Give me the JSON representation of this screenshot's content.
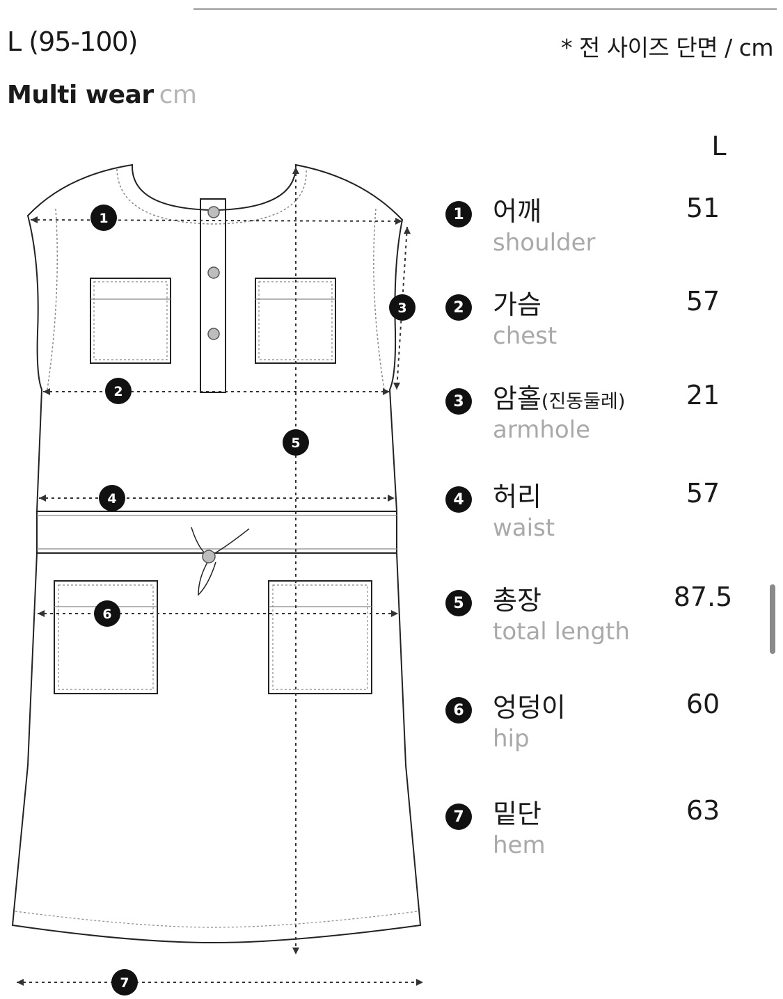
{
  "header": {
    "size_title": "L (95-100)",
    "note": "* 전 사이즈 단면 / cm",
    "section_title": "Multi wear",
    "section_unit": "cm",
    "column_label": "L"
  },
  "measurements": [
    {
      "num": "1",
      "ko": "어깨",
      "ko_sub": "",
      "en": "shoulder",
      "value": "51"
    },
    {
      "num": "2",
      "ko": "가슴",
      "ko_sub": "",
      "en": "chest",
      "value": "57"
    },
    {
      "num": "3",
      "ko": "암홀",
      "ko_sub": "(진동둘레)",
      "en": "armhole",
      "value": "21"
    },
    {
      "num": "4",
      "ko": "허리",
      "ko_sub": "",
      "en": "waist",
      "value": "57"
    },
    {
      "num": "5",
      "ko": "총장",
      "ko_sub": "",
      "en": "total length",
      "value": "87.5"
    },
    {
      "num": "6",
      "ko": "엉덩이",
      "ko_sub": "",
      "en": "hip",
      "value": "60"
    },
    {
      "num": "7",
      "ko": "밑단",
      "ko_sub": "",
      "en": "hem",
      "value": "63"
    }
  ],
  "diagram": {
    "markers": [
      "1",
      "2",
      "3",
      "4",
      "5",
      "6",
      "7"
    ]
  }
}
